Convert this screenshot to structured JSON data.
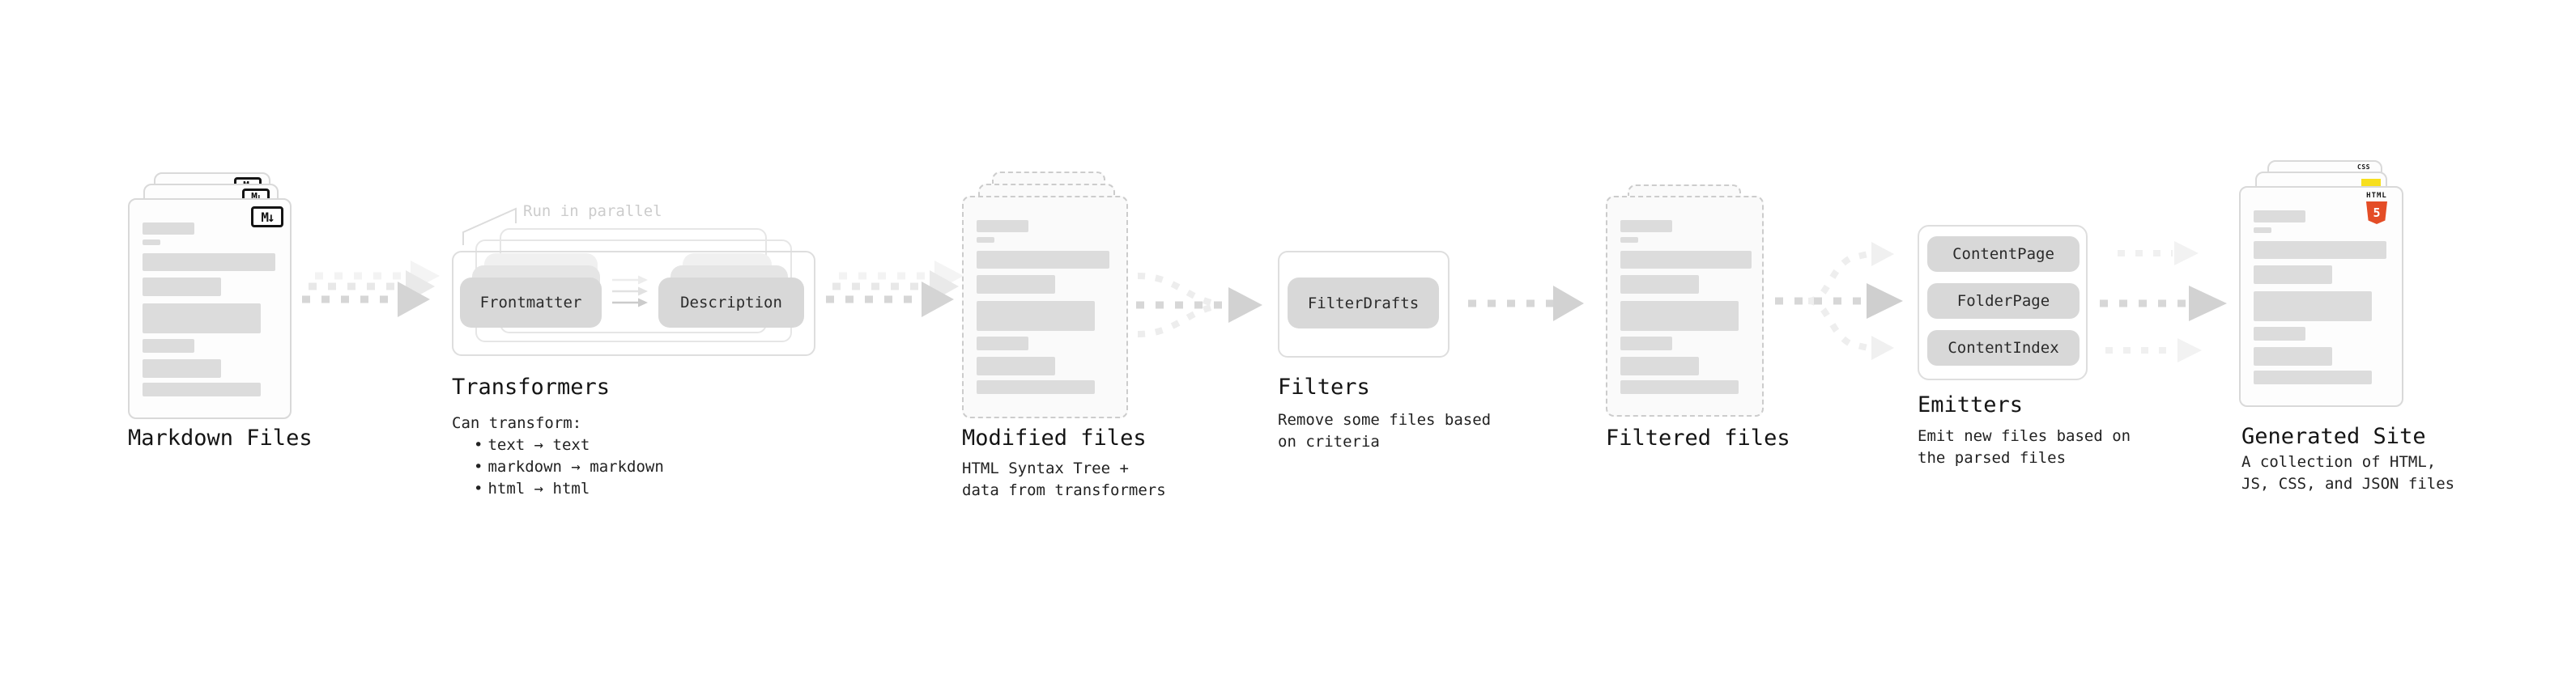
{
  "stages": {
    "markdown": {
      "label": "Markdown Files"
    },
    "transformers": {
      "label": "Transformers",
      "note": "Run in parallel",
      "desc_intro": "Can transform:",
      "bullet_char": "•",
      "bullets": [
        "text → text",
        "markdown → markdown",
        "html → html"
      ],
      "pills": [
        "Frontmatter",
        "Description"
      ]
    },
    "modified": {
      "label": "Modified files",
      "desc": [
        "HTML Syntax Tree +",
        "data from transformers"
      ]
    },
    "filters": {
      "label": "Filters",
      "desc": [
        "Remove some files based",
        "on criteria"
      ],
      "pills": [
        "FilterDrafts"
      ]
    },
    "filtered": {
      "label": "Filtered files"
    },
    "emitters": {
      "label": "Emitters",
      "desc": [
        "Emit new files based on",
        "the parsed files"
      ],
      "pills": [
        "ContentPage",
        "FolderPage",
        "ContentIndex"
      ]
    },
    "generated": {
      "label": "Generated Site",
      "desc": [
        "A collection of HTML,",
        "JS, CSS, and JSON files"
      ]
    }
  },
  "icons": {
    "markdown": "M↓",
    "html5": {
      "label": "HTML",
      "number": "5"
    },
    "css": {
      "label": "CSS"
    }
  },
  "colors": {
    "html5_orange": "#e44d26",
    "js_yellow": "#f7df1e",
    "css_blue": "#2c6be8",
    "pill_gray": "#d8d8d8",
    "bar_gray": "#dcdcdc",
    "card_border": "#d9d9d9",
    "dashed_border": "#cccccc",
    "title_text": "#141414",
    "desc_text": "#222222",
    "note_gray": "#cccccc",
    "arrow_gray": "#d5d5d5",
    "arrow_faint": "#efefef"
  }
}
